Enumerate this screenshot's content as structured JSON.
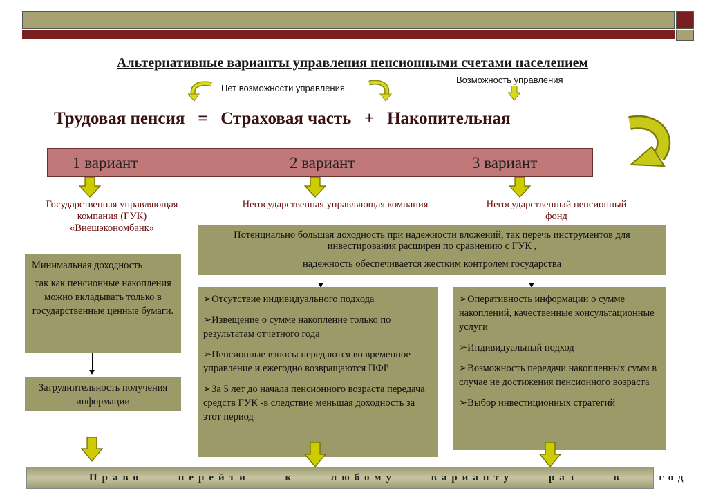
{
  "title": "Альтернативные варианты  управления пенсионными счетами населением",
  "no_control_label": "Нет возможности управления",
  "control_label": "Возможность управления",
  "formula": {
    "part1": "Трудовая пенсия",
    "eq": "=",
    "part2": "Страховая часть",
    "plus": "+",
    "part3": "Накопительная"
  },
  "variants": [
    "1 вариант",
    "2 вариант",
    "3 вариант"
  ],
  "orgs": {
    "gov": "Государственная управляющая компания (ГУК) «Внешэкономбанк»",
    "nongov_company": "Негосударственная управляющая компания",
    "npf": "Негосударственный пенсионный фонд"
  },
  "box_gov_1": {
    "line1": "Минимальная доходность",
    "line2": "так как пенсионные накопления можно вкладывать только в государственные ценные бумаги."
  },
  "box_gov_2": "Затруднительность получения информации",
  "box_top": {
    "line1": "Потенциально большая доходность при надежности вложений, так перечь инструментов для инвестирования расширен по сравнению с ГУК ,",
    "line2": "надежность обеспечивается жестким контролем государства"
  },
  "box_mid": [
    "Отсутствие индивидуального подхода",
    "Извещение о сумме накопление только по результатам отчетного года",
    "Пенсионные взносы передаются во временное управление  и ежегодно возвращаются ПФР",
    "За 5 лет до начала пенсионного возраста передача средств ГУК -в следствие меньшая доходность   за этот период"
  ],
  "box_right": [
    "Оперативность информации о сумме накоплений, качественные консультационные услуги",
    "Индивидуальный подход",
    "Возможность передачи накопленных  сумм в случае не достижения пенсионного возраста",
    "Выбор инвестиционных стратегий"
  ],
  "bottom": "Право перейти к любому варианту раз в год",
  "colors": {
    "olive": "#9c9a68",
    "maroon": "#7a1f1f",
    "variant_bar": "#c07878",
    "arrow_fill": "#cccc00"
  }
}
